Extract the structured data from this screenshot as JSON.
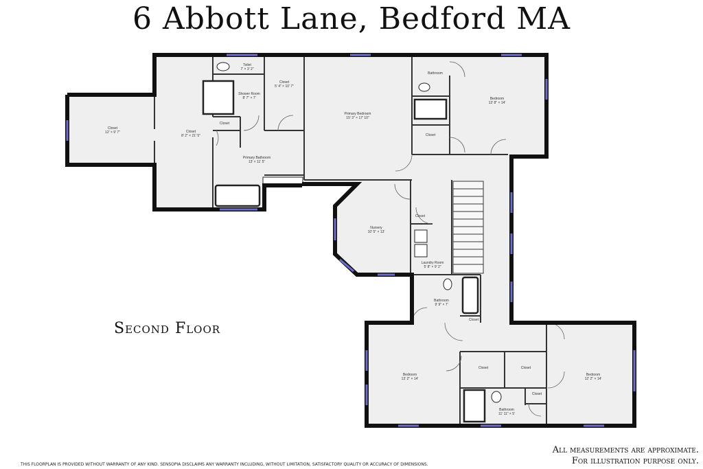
{
  "title": "6 Abbott Lane, Bedford MA",
  "floor_label": "Second Floor",
  "disclaimer": "THIS FLOORPLAN IS PROVIDED WITHOUT WARRANTY OF ANY KIND. SENSOPIA DISCLAIMS ANY WARRANTY INCLUDING, WITHOUT LIMITATION, SATISFACTORY QUALITY OR ACCURACY OF DIMENSIONS.",
  "measure_note": {
    "line1": "All measurements are approximate.",
    "line2": "For illustration purpose only."
  },
  "colors": {
    "floor": "#efefef",
    "wall": "#111111",
    "window": "#6d6dc8"
  },
  "rooms": [
    {
      "id": "closet-west",
      "name": "Closet",
      "dims": "12' × 9' 7\""
    },
    {
      "id": "closet-long",
      "name": "Closet",
      "dims": "8' 2\" × 21' 5\""
    },
    {
      "id": "toilet",
      "name": "Toilet",
      "dims": "7' × 3' 2\""
    },
    {
      "id": "shower-room",
      "name": "Shower Room",
      "dims": "8' 7\" × 7'"
    },
    {
      "id": "closet-small-a",
      "name": "Closet",
      "dims": ""
    },
    {
      "id": "closet-5x10",
      "name": "Closet",
      "dims": "5' 4\" × 10' 7\""
    },
    {
      "id": "primary-bathroom",
      "name": "Primary Bathroom",
      "dims": "13' × 11' 5\""
    },
    {
      "id": "primary-bedroom",
      "name": "Primary Bedroom",
      "dims": "15' 3\" × 17' 10\""
    },
    {
      "id": "bathroom-ne",
      "name": "Bathroom",
      "dims": ""
    },
    {
      "id": "bedroom-ne",
      "name": "Bedroom",
      "dims": "13' 8\" × 14'"
    },
    {
      "id": "closet-ne",
      "name": "Closet",
      "dims": ""
    },
    {
      "id": "nursery",
      "name": "Nursery",
      "dims": "10' 5\" × 13'"
    },
    {
      "id": "closet-laundry",
      "name": "Closet",
      "dims": ""
    },
    {
      "id": "laundry-room",
      "name": "Laundry Room",
      "dims": "5' 8\" × 9' 2\""
    },
    {
      "id": "bathroom-mid",
      "name": "Bathroom",
      "dims": "9' 9\" × 7'"
    },
    {
      "id": "closet-mid",
      "name": "Closet",
      "dims": ""
    },
    {
      "id": "bedroom-sw",
      "name": "Bedroom",
      "dims": "13' 2\" × 14'"
    },
    {
      "id": "closet-s1",
      "name": "Closet",
      "dims": ""
    },
    {
      "id": "closet-s2",
      "name": "Closet",
      "dims": ""
    },
    {
      "id": "bedroom-se",
      "name": "Bedroom",
      "dims": "12' 2\" × 14'"
    },
    {
      "id": "closet-s3",
      "name": "Closet",
      "dims": ""
    },
    {
      "id": "bathroom-s",
      "name": "Bathroom",
      "dims": "11' 11\" × 5'"
    }
  ]
}
